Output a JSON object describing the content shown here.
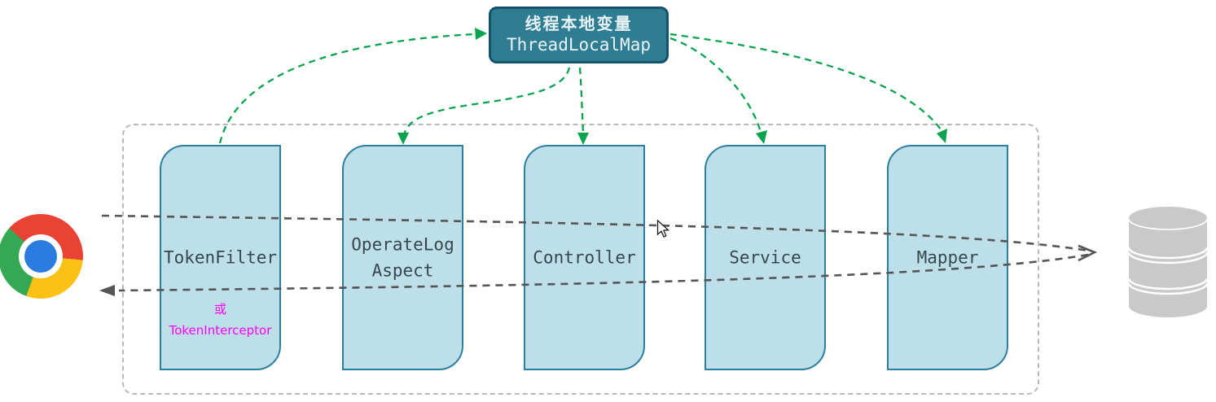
{
  "colors": {
    "teal_fill": "#2e7d93",
    "teal_border": "#14536a",
    "thread_text": "#eaf4f7",
    "box_fill": "#bcdfea",
    "box_border": "#2e7f9d",
    "label_color": "#37474f",
    "container_border": "#b9b9b9",
    "green": "#09a350",
    "gray_line": "#555555",
    "magenta": "#ff00ff",
    "db_gray": "#c9c9c9",
    "chrome_red": "#e84335",
    "chrome_yellow": "#fbc116",
    "chrome_green": "#34a853",
    "chrome_blue": "#2b7cdf"
  },
  "threadlocal_box": {
    "title_cn": "线程本地变量",
    "title_en": "ThreadLocalMap"
  },
  "stages": [
    {
      "label": "TokenFilter",
      "alt_prefix": "或",
      "alt_label": "TokenInterceptor"
    },
    {
      "label": "OperateLog\nAspect"
    },
    {
      "label": "Controller"
    },
    {
      "label": "Service"
    },
    {
      "label": "Mapper"
    }
  ],
  "icons": {
    "left_endpoint": "chrome-browser-logo",
    "right_endpoint": "database-cylinder",
    "pointer": "mouse-cursor"
  },
  "connectors": {
    "request_flow": "browser-to-database",
    "response_flow": "database-to-browser",
    "threadlocal_links": [
      "tokenfilter-to-threadlocalmap",
      "threadlocalmap-to-operatelog-aspect",
      "threadlocalmap-to-controller",
      "threadlocalmap-to-service",
      "threadlocalmap-to-mapper"
    ]
  }
}
